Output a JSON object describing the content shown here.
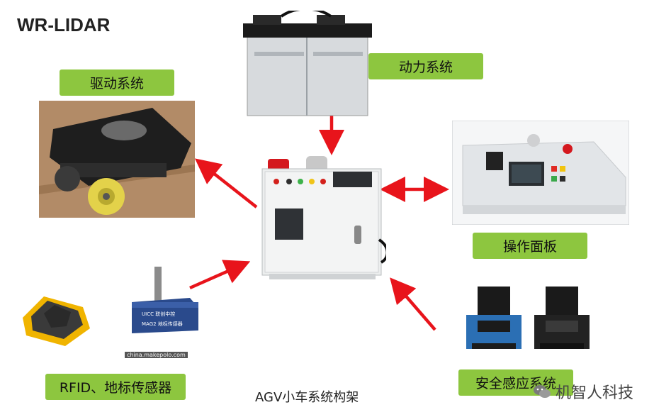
{
  "brand": "WR-LIDAR",
  "labels": {
    "drive": "驱动系统",
    "power": "动力系统",
    "panel": "操作面板",
    "rfid": "RFID、地标传感器",
    "safety": "安全感应系统"
  },
  "caption": "AGV小车系统构架",
  "watermark": "机智人科技",
  "sensor_text": {
    "brand": "UICC 联创中控",
    "model": "MAG2 地标传感器",
    "site": "china.makepolo.com"
  },
  "colors": {
    "label_bg": "#8dc63f",
    "arrow": "#e8141b"
  },
  "icons": [
    "wechat-icon"
  ]
}
